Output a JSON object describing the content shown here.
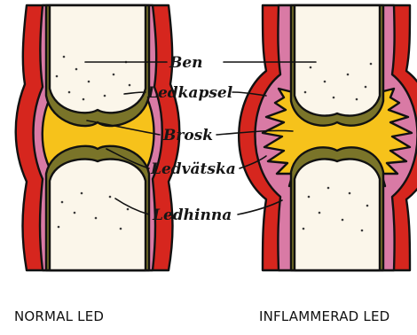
{
  "colors": {
    "capsule": "#d6261e",
    "synovium": "#d97aa5",
    "fluid": "#f6c21b",
    "cartilage": "#7a7429",
    "bone": "#fbf6ea",
    "outline": "#111111"
  },
  "labels": {
    "bone": "Ben",
    "capsule": "Ledkapsel",
    "cartilage": "Brosk",
    "fluid": "Ledvätska",
    "synovium": "Ledhinna"
  },
  "captions": {
    "normal": "NORMAL LED",
    "inflamed": "INFLAMMERAD LED"
  }
}
